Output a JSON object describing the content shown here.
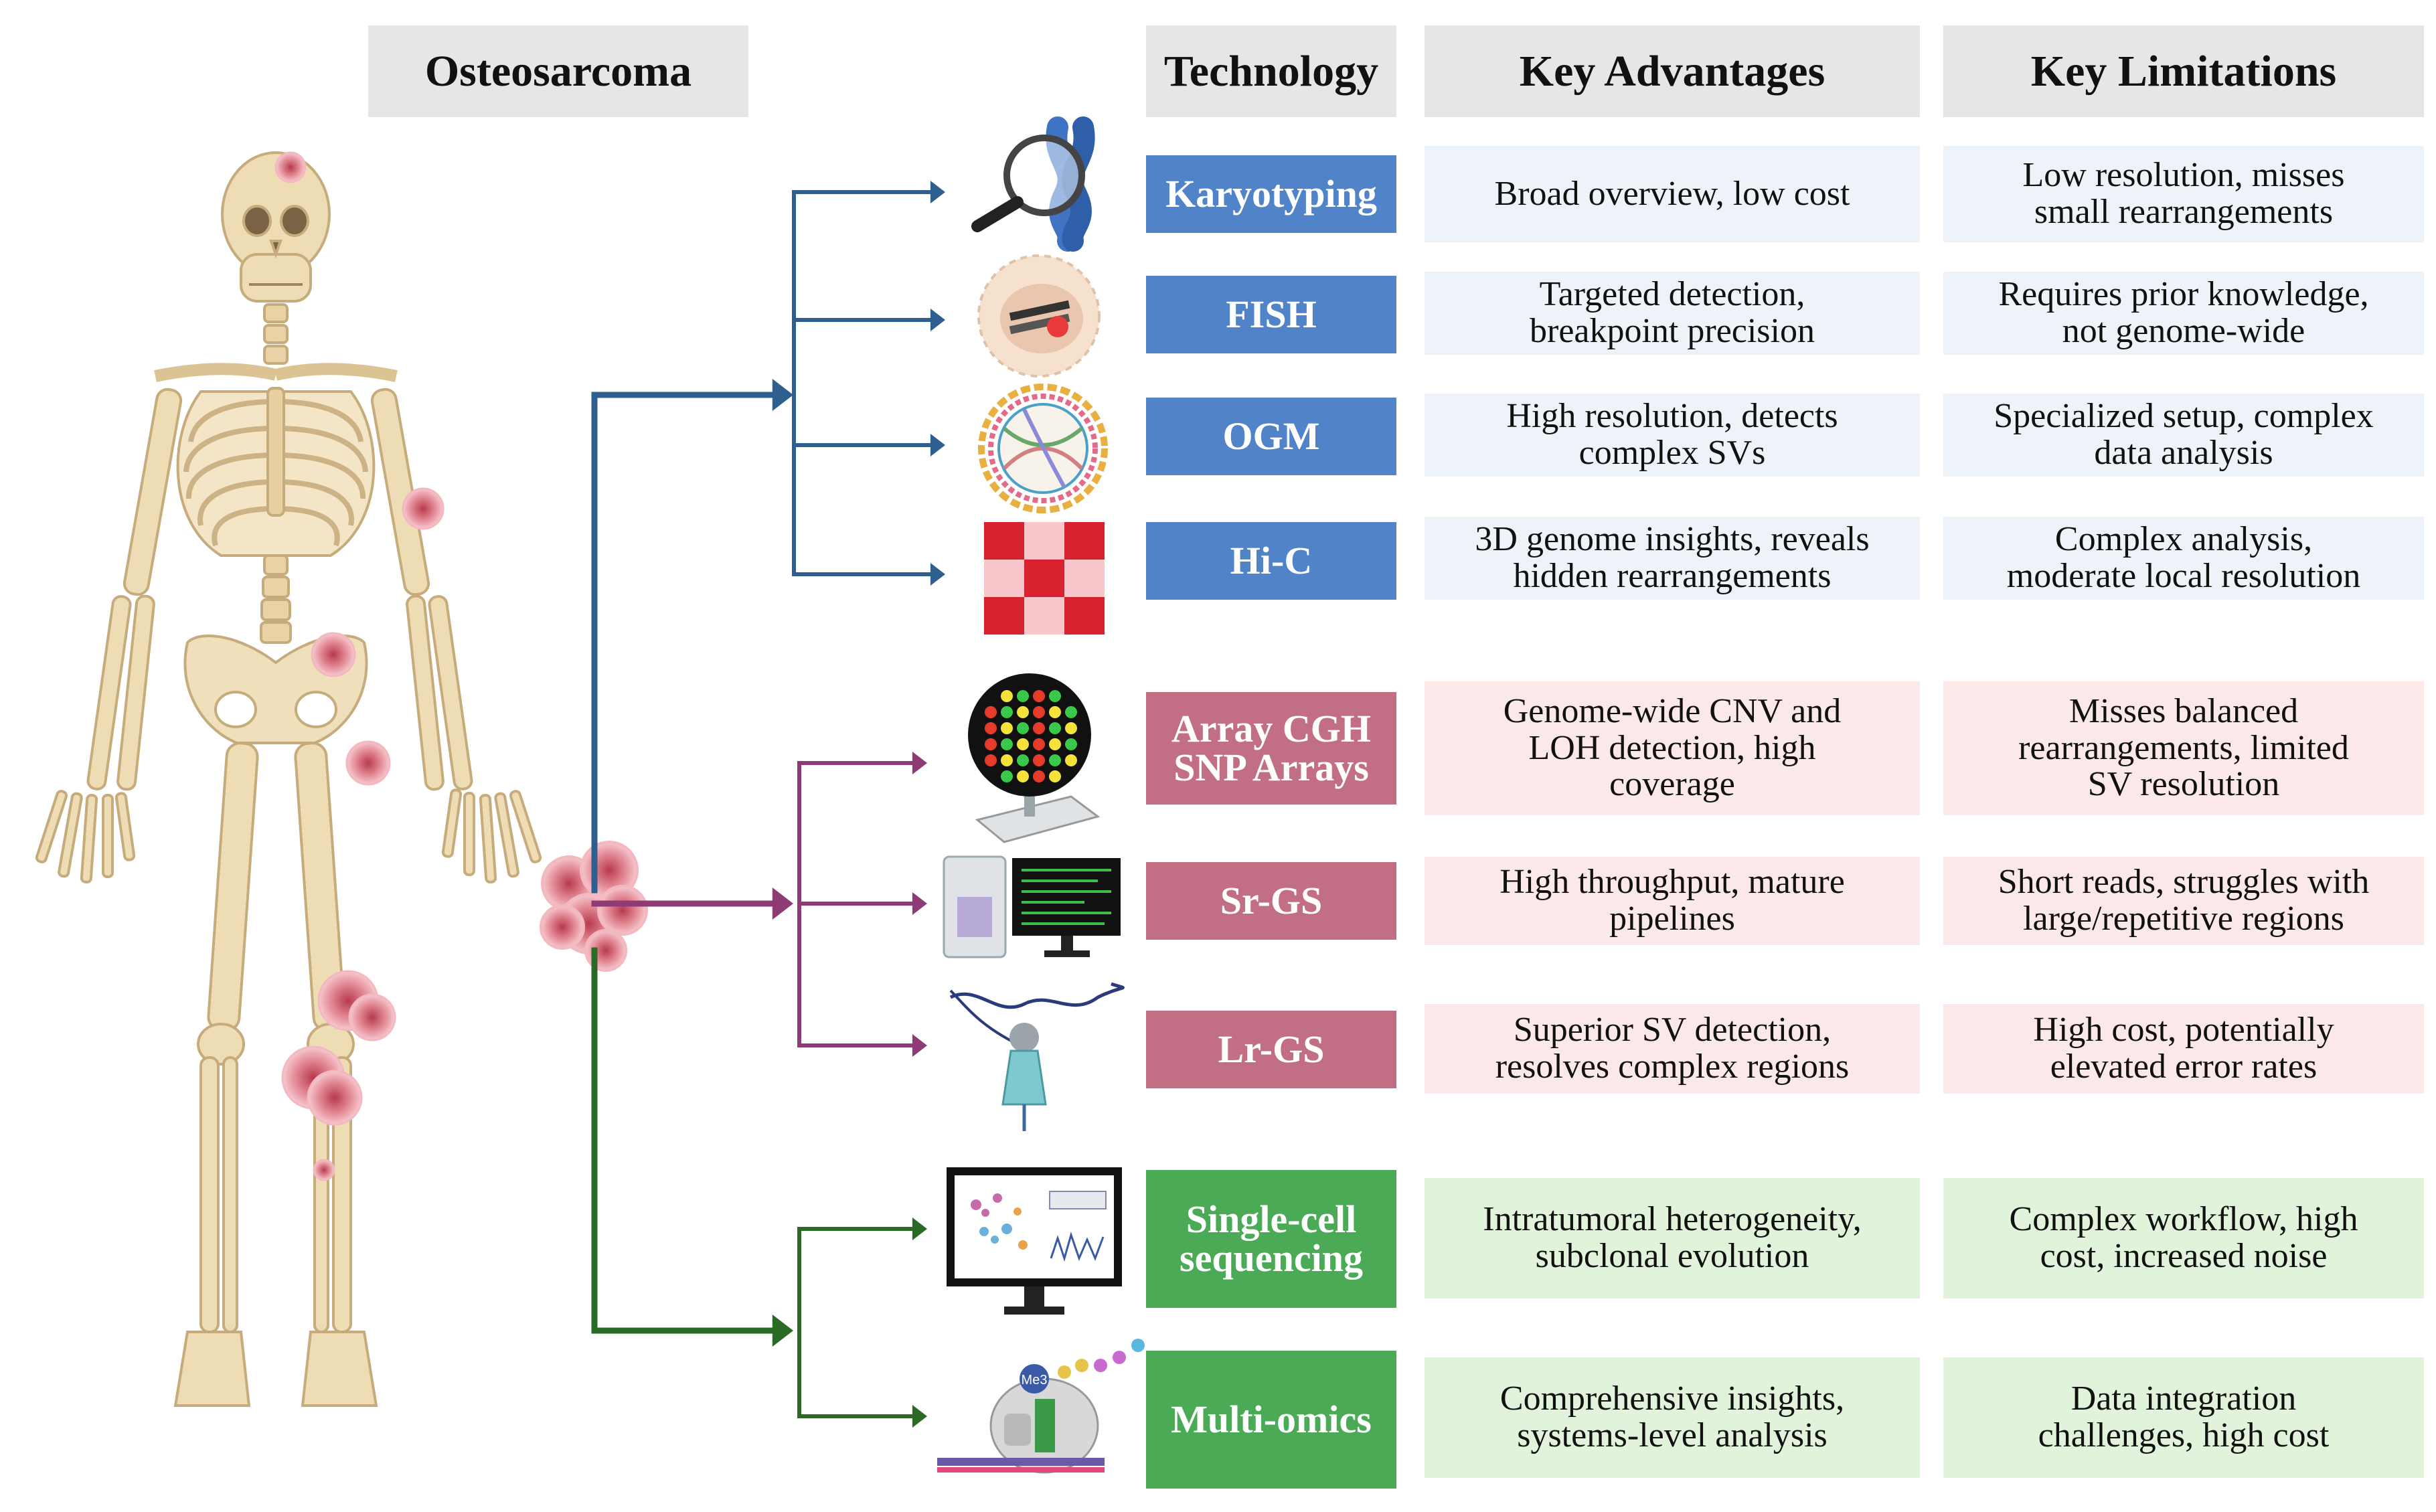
{
  "headers": {
    "osteosarcoma": "Osteosarcoma",
    "technology": "Technology",
    "advantages": "Key Advantages",
    "limitations": "Key Limitations"
  },
  "rows": [
    {
      "tech_lines": [
        "Karyotyping"
      ],
      "adv_lines": [
        "Broad overview, low cost"
      ],
      "lim_lines": [
        "Low resolution, misses",
        "small rearrangements"
      ],
      "group": "cytogenetic",
      "icon": "chromosome-magnifier-icon"
    },
    {
      "tech_lines": [
        "FISH"
      ],
      "adv_lines": [
        "Targeted detection,",
        "breakpoint precision"
      ],
      "lim_lines": [
        "Requires prior knowledge,",
        "not genome-wide"
      ],
      "group": "cytogenetic",
      "icon": "fish-probe-cell-icon"
    },
    {
      "tech_lines": [
        "OGM"
      ],
      "adv_lines": [
        "High resolution, detects",
        "complex SVs"
      ],
      "lim_lines": [
        "Specialized setup, complex",
        "data analysis"
      ],
      "group": "cytogenetic",
      "icon": "circos-plot-icon"
    },
    {
      "tech_lines": [
        "Hi-C"
      ],
      "adv_lines": [
        "3D genome insights, reveals",
        "hidden rearrangements"
      ],
      "lim_lines": [
        "Complex analysis,",
        "moderate local resolution"
      ],
      "group": "cytogenetic",
      "icon": "contact-matrix-icon"
    },
    {
      "tech_lines": [
        "Array CGH",
        "SNP Arrays"
      ],
      "adv_lines": [
        "Genome-wide CNV and",
        "LOH detection, high",
        "coverage"
      ],
      "lim_lines": [
        "Misses balanced",
        "rearrangements, limited",
        "SV resolution"
      ],
      "group": "sequencing",
      "icon": "microarray-icon"
    },
    {
      "tech_lines": [
        "Sr-GS"
      ],
      "adv_lines": [
        "High throughput, mature",
        "pipelines"
      ],
      "lim_lines": [
        "Short reads, struggles with",
        "large/repetitive regions"
      ],
      "group": "sequencing",
      "icon": "sequencer-monitor-icon"
    },
    {
      "tech_lines": [
        "Lr-GS"
      ],
      "adv_lines": [
        "Superior SV detection,",
        "resolves complex regions"
      ],
      "lim_lines": [
        "High cost, potentially",
        "elevated error rates"
      ],
      "group": "sequencing",
      "icon": "nanopore-icon"
    },
    {
      "tech_lines": [
        "Single-cell",
        "sequencing"
      ],
      "adv_lines": [
        "Intratumoral heterogeneity,",
        "subclonal evolution"
      ],
      "lim_lines": [
        "Complex workflow, high",
        "cost, increased noise"
      ],
      "group": "integrative",
      "icon": "single-cell-monitor-icon"
    },
    {
      "tech_lines": [
        "Multi-omics"
      ],
      "adv_lines": [
        "Comprehensive insights,",
        "systems-level analysis"
      ],
      "lim_lines": [
        "Data integration",
        "challenges, high cost"
      ],
      "group": "integrative",
      "icon": "multiomics-complex-icon"
    }
  ],
  "icon_labels": {
    "me3": "Me3"
  },
  "colors": {
    "cytogenetic": "#2e5f8f",
    "sequencing": "#8e3a74",
    "integrative": "#2b6a24",
    "tumor": "#e8a0a8"
  }
}
